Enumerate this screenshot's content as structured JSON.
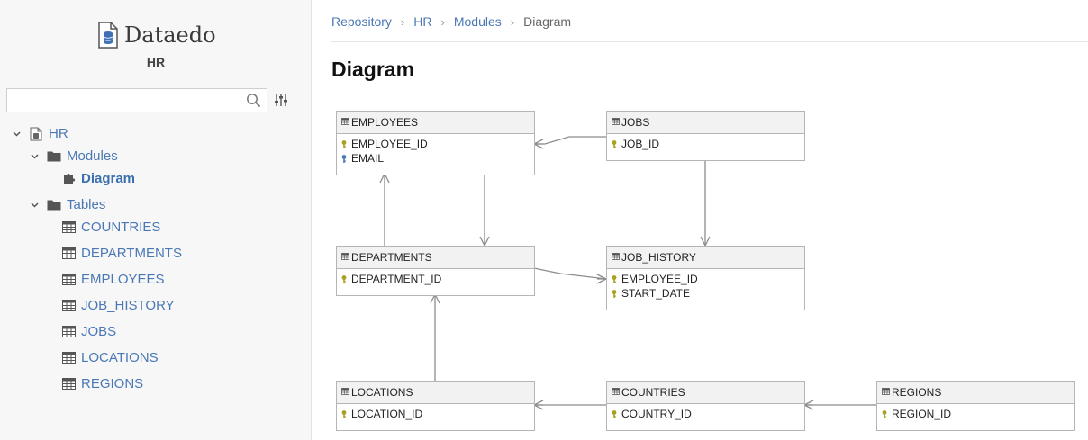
{
  "sidebar": {
    "logo_text": "Dataedo",
    "repo_name": "HR",
    "search": {
      "value": "",
      "placeholder": ""
    },
    "tree": [
      {
        "label": "HR",
        "icon": "database-icon",
        "level": 0,
        "expanded": true
      },
      {
        "label": "Modules",
        "icon": "folder-icon",
        "level": 1,
        "expanded": true
      },
      {
        "label": "Diagram",
        "icon": "puzzle-icon",
        "level": 2,
        "selected": true
      },
      {
        "label": "Tables",
        "icon": "folder-icon",
        "level": 1,
        "expanded": true
      },
      {
        "label": "COUNTRIES",
        "icon": "table-icon",
        "level": 2
      },
      {
        "label": "DEPARTMENTS",
        "icon": "table-icon",
        "level": 2
      },
      {
        "label": "EMPLOYEES",
        "icon": "table-icon",
        "level": 2
      },
      {
        "label": "JOB_HISTORY",
        "icon": "table-icon",
        "level": 2
      },
      {
        "label": "JOBS",
        "icon": "table-icon",
        "level": 2
      },
      {
        "label": "LOCATIONS",
        "icon": "table-icon",
        "level": 2
      },
      {
        "label": "REGIONS",
        "icon": "table-icon",
        "level": 2
      }
    ]
  },
  "breadcrumb": {
    "items": [
      "Repository",
      "HR",
      "Modules"
    ],
    "current": "Diagram"
  },
  "page_title": "Diagram",
  "colors": {
    "link": "#4a78b5",
    "primary_key": "#a8a020",
    "unique_key": "#4a78b5",
    "entity_header": "#f2f2f2",
    "entity_border": "#b5b5b5",
    "relation_line": "#8c8c8c"
  },
  "diagram": {
    "entities": [
      {
        "name": "EMPLOYEES",
        "columns": [
          {
            "name": "EMPLOYEE_ID",
            "key": "primary"
          },
          {
            "name": "EMAIL",
            "key": "unique"
          }
        ]
      },
      {
        "name": "JOBS",
        "columns": [
          {
            "name": "JOB_ID",
            "key": "primary"
          }
        ]
      },
      {
        "name": "DEPARTMENTS",
        "columns": [
          {
            "name": "DEPARTMENT_ID",
            "key": "primary"
          }
        ]
      },
      {
        "name": "JOB_HISTORY",
        "columns": [
          {
            "name": "EMPLOYEE_ID",
            "key": "primary"
          },
          {
            "name": "START_DATE",
            "key": "primary"
          }
        ]
      },
      {
        "name": "LOCATIONS",
        "columns": [
          {
            "name": "LOCATION_ID",
            "key": "primary"
          }
        ]
      },
      {
        "name": "COUNTRIES",
        "columns": [
          {
            "name": "COUNTRY_ID",
            "key": "primary"
          }
        ]
      },
      {
        "name": "REGIONS",
        "columns": [
          {
            "name": "REGION_ID",
            "key": "primary"
          }
        ]
      }
    ],
    "relations": [
      {
        "from": "JOBS",
        "to": "EMPLOYEES"
      },
      {
        "from": "JOBS",
        "to": "JOB_HISTORY"
      },
      {
        "from": "DEPARTMENTS",
        "to": "EMPLOYEES"
      },
      {
        "from": "EMPLOYEES",
        "to": "DEPARTMENTS"
      },
      {
        "from": "DEPARTMENTS",
        "to": "JOB_HISTORY"
      },
      {
        "from": "LOCATIONS",
        "to": "DEPARTMENTS"
      },
      {
        "from": "COUNTRIES",
        "to": "LOCATIONS"
      },
      {
        "from": "REGIONS",
        "to": "COUNTRIES"
      }
    ]
  }
}
